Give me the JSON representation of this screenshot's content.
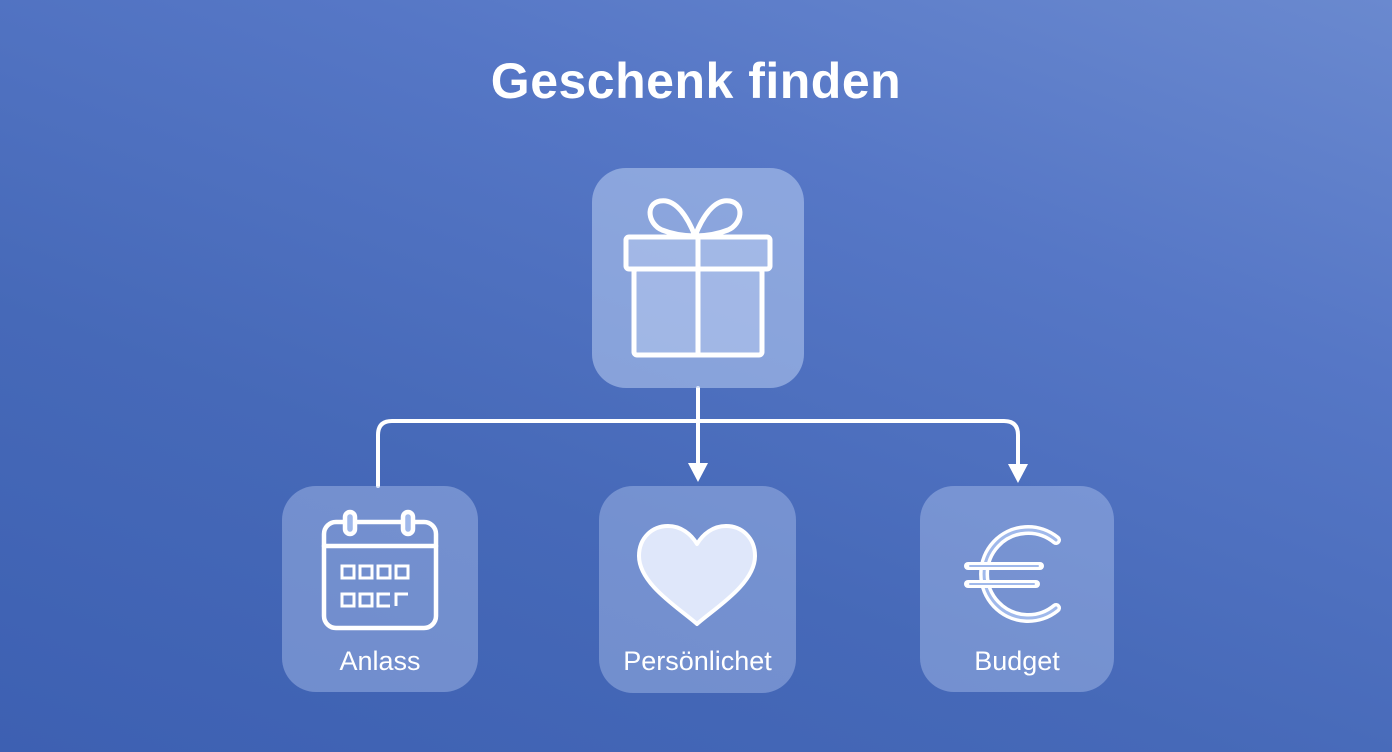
{
  "title": "Geschenk finden",
  "root": {
    "icon": "gift-icon"
  },
  "children": [
    {
      "label": "Anlass",
      "icon": "calendar-icon"
    },
    {
      "label": "Persönlichet",
      "icon": "heart-icon"
    },
    {
      "label": "Budget",
      "icon": "euro-icon"
    }
  ],
  "colors": {
    "background": "#4669b8",
    "text": "#ffffff",
    "line": "#ffffff"
  }
}
